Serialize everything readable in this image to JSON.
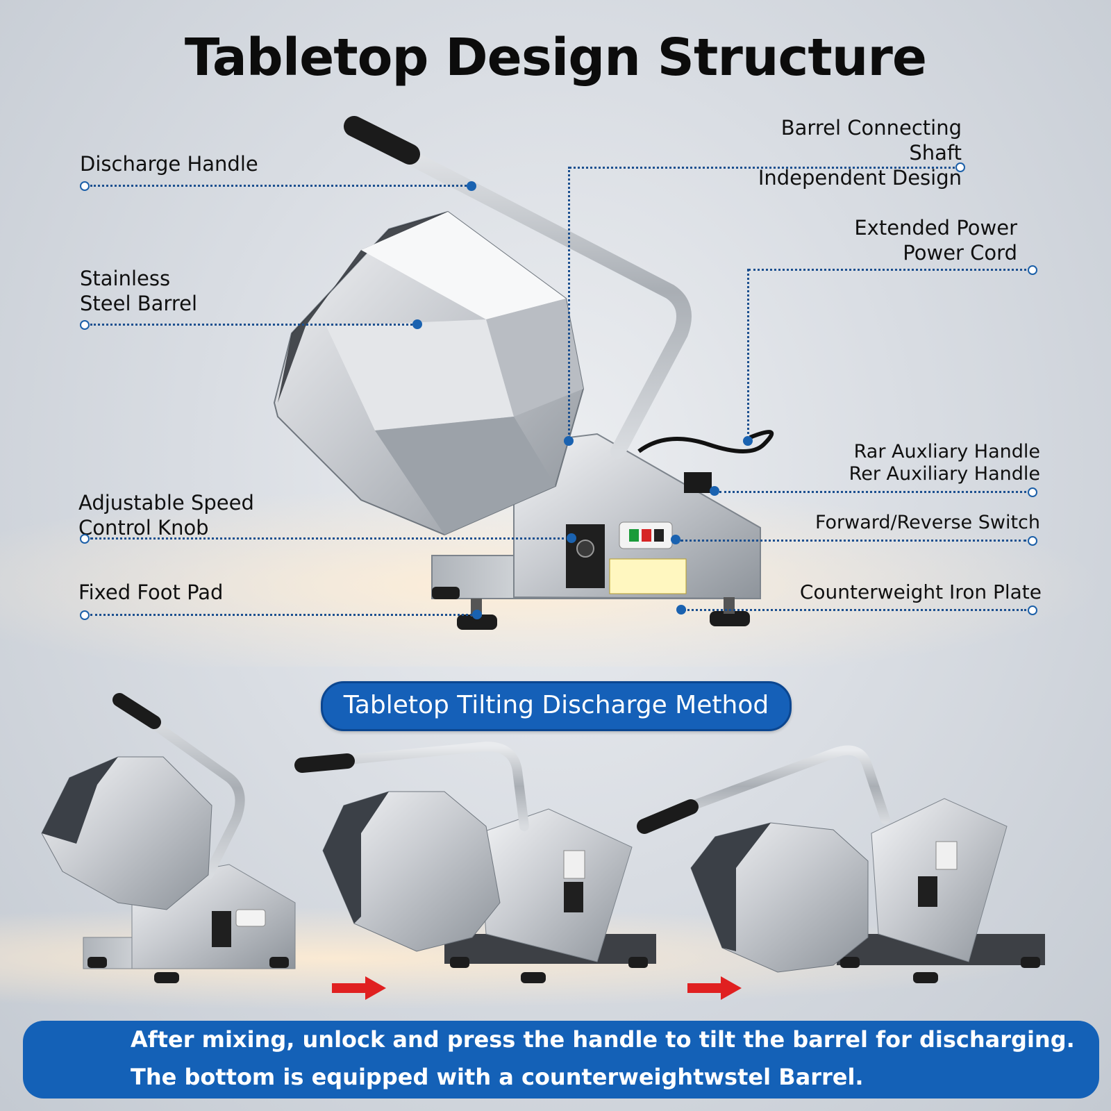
{
  "title": "Tabletop Design Structure",
  "callouts_left": [
    {
      "text": "Discharge Handle"
    },
    {
      "text": "Stainless\nSteel Barrel"
    },
    {
      "text": "Adjustable Speed\nControl Knob"
    },
    {
      "text": "Fixed Foot Pad"
    }
  ],
  "callouts_right": [
    {
      "text": "Barrel Connecting Shaft\nIndependent Design"
    },
    {
      "text": "Extended Power\nPower Cord"
    },
    {
      "text": "Rar Auxliary Handle\nRer Auxiliary Handle"
    },
    {
      "text": "Forward/Reverse Switch"
    },
    {
      "text": "Counterweight Iron Plate"
    }
  ],
  "section_pill": "Tabletop Tilting Discharge Method",
  "footer": {
    "line1": "After mixing, unlock and press the handle to tilt the barrel for discharging.",
    "line2": "The bottom is equipped with a counterweightwstel Barrel."
  },
  "colors": {
    "accent": "#1560b8",
    "arrow": "#e02020",
    "leader": "#1b4f8f"
  }
}
